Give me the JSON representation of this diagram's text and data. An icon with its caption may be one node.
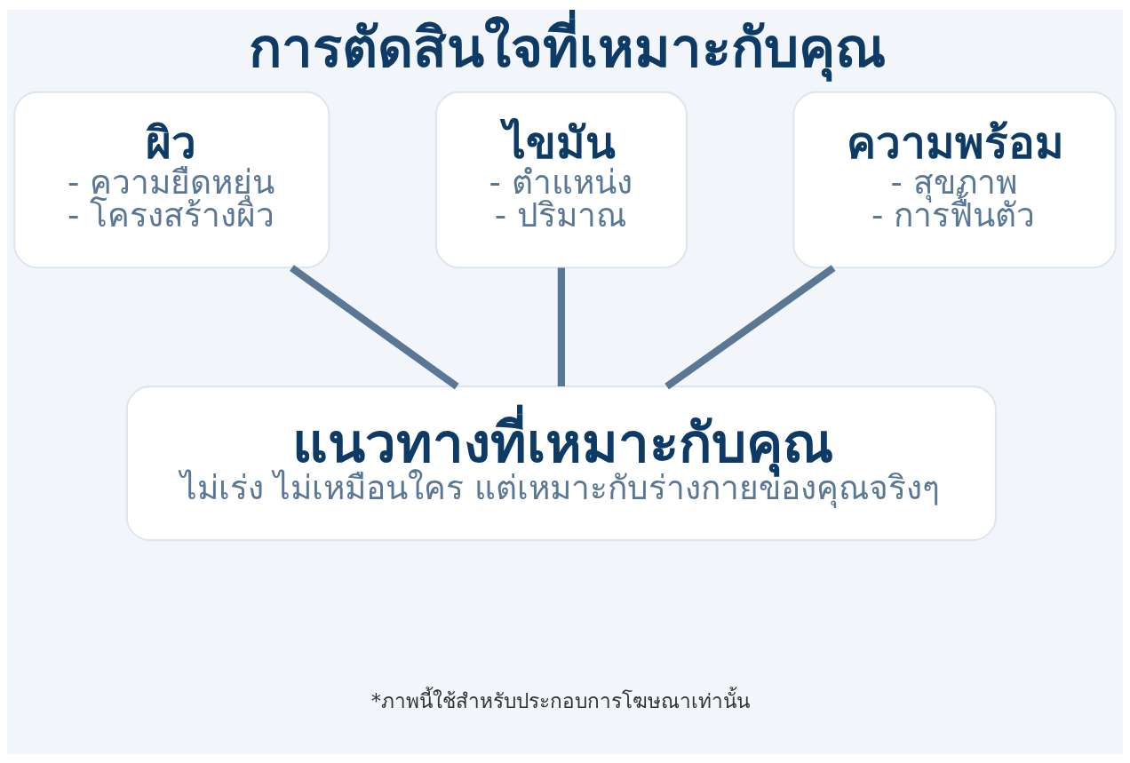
{
  "diagram": {
    "title": "การตัดสินใจที่เหมาะกับคุณ",
    "nodes": [
      {
        "text": [
          "ผิว",
          "- ความยืดหยุ่น",
          "- โครงสร้างผิว"
        ]
      },
      {
        "text": [
          "ไขมัน",
          "- ตำแหน่ง",
          "- ปริมาณ"
        ]
      },
      {
        "text": [
          "ความพร้อม",
          "- สุขภาพ",
          "- การฟื้นตัว"
        ]
      },
      {
        "text": [
          "แนวทางที่เหมาะกับคุณ",
          "ไม่เร่ง ไม่เหมือนใคร แต่เหมาะกับร่างกายของคุณจริงๆ"
        ]
      }
    ],
    "edges": [
      {
        "from": 0,
        "to": 3,
        "arrow": "none"
      },
      {
        "from": 1,
        "to": 3,
        "arrow": "none"
      },
      {
        "from": 2,
        "to": 3,
        "arrow": "none"
      }
    ],
    "labels": [
      "*ภาพนี้ใช้สำหรับประกอบการโฆษณาเท่านั้น"
    ]
  }
}
